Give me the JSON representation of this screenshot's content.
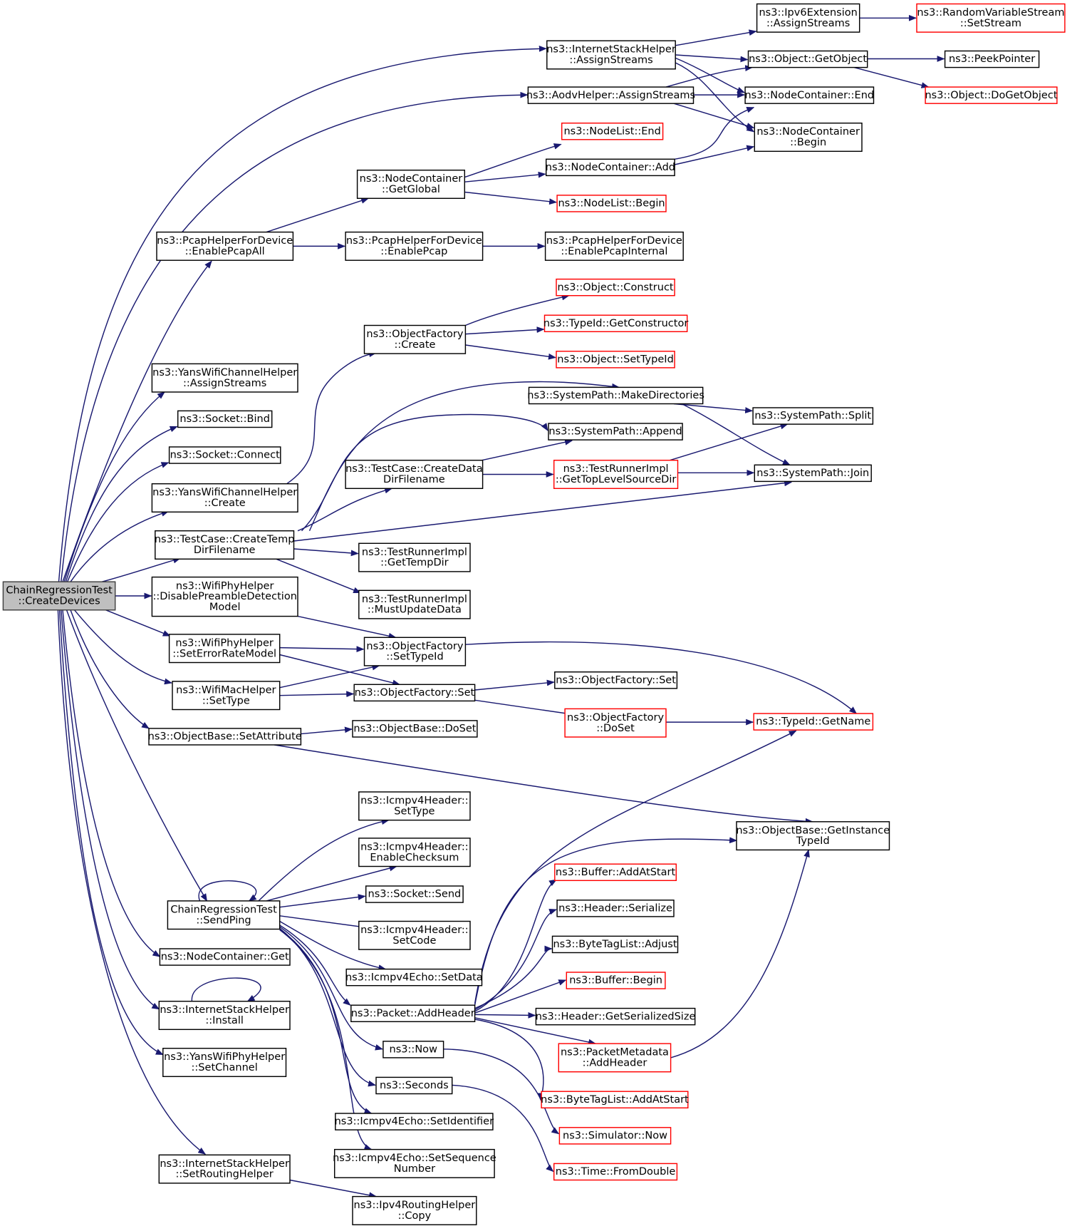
{
  "diagram": {
    "colors": {
      "edge": "#191970",
      "normal_border": "#000000",
      "external_border": "#ff0000",
      "root_fill": "#bfbfbf",
      "background": "#ffffff"
    },
    "nodes": [
      {
        "id": "root",
        "lines": [
          "ChainRegressionTest",
          "::CreateDevices"
        ],
        "kind": "root"
      },
      {
        "id": "ish_assign",
        "lines": [
          "ns3::InternetStackHelper",
          "::AssignStreams"
        ],
        "kind": "normal"
      },
      {
        "id": "ipv6ext",
        "lines": [
          "ns3::Ipv6Extension",
          "::AssignStreams"
        ],
        "kind": "normal"
      },
      {
        "id": "rvs_setstream",
        "lines": [
          "ns3::RandomVariableStream",
          "::SetStream"
        ],
        "kind": "external"
      },
      {
        "id": "obj_getobject",
        "lines": [
          "ns3::Object::GetObject"
        ],
        "kind": "normal"
      },
      {
        "id": "peekpointer",
        "lines": [
          "ns3::PeekPointer"
        ],
        "kind": "normal"
      },
      {
        "id": "obj_dogetobject",
        "lines": [
          "ns3::Object::DoGetObject"
        ],
        "kind": "external"
      },
      {
        "id": "aodv_assign",
        "lines": [
          "ns3::AodvHelper::AssignStreams"
        ],
        "kind": "normal"
      },
      {
        "id": "nc_end",
        "lines": [
          "ns3::NodeContainer::End"
        ],
        "kind": "normal"
      },
      {
        "id": "nc_begin",
        "lines": [
          "ns3::NodeContainer",
          "::Begin"
        ],
        "kind": "normal"
      },
      {
        "id": "nl_end",
        "lines": [
          "ns3::NodeList::End"
        ],
        "kind": "external"
      },
      {
        "id": "nc_getglobal",
        "lines": [
          "ns3::NodeContainer",
          "::GetGlobal"
        ],
        "kind": "normal"
      },
      {
        "id": "nc_add",
        "lines": [
          "ns3::NodeContainer::Add"
        ],
        "kind": "normal"
      },
      {
        "id": "nl_begin",
        "lines": [
          "ns3::NodeList::Begin"
        ],
        "kind": "external"
      },
      {
        "id": "pcap_all",
        "lines": [
          "ns3::PcapHelperForDevice",
          "::EnablePcapAll"
        ],
        "kind": "normal"
      },
      {
        "id": "pcap_enable",
        "lines": [
          "ns3::PcapHelperForDevice",
          "::EnablePcap"
        ],
        "kind": "normal"
      },
      {
        "id": "pcap_internal",
        "lines": [
          "ns3::PcapHelperForDevice",
          "::EnablePcapInternal"
        ],
        "kind": "normal"
      },
      {
        "id": "obj_construct",
        "lines": [
          "ns3::Object::Construct"
        ],
        "kind": "external"
      },
      {
        "id": "of_create",
        "lines": [
          "ns3::ObjectFactory",
          "::Create"
        ],
        "kind": "normal"
      },
      {
        "id": "typeid_getctor",
        "lines": [
          "ns3::TypeId::GetConstructor"
        ],
        "kind": "external"
      },
      {
        "id": "obj_settypeid",
        "lines": [
          "ns3::Object::SetTypeId"
        ],
        "kind": "external"
      },
      {
        "id": "ywch_assign",
        "lines": [
          "ns3::YansWifiChannelHelper",
          "::AssignStreams"
        ],
        "kind": "normal"
      },
      {
        "id": "sp_makedirs",
        "lines": [
          "ns3::SystemPath::MakeDirectories"
        ],
        "kind": "normal"
      },
      {
        "id": "socket_bind",
        "lines": [
          "ns3::Socket::Bind"
        ],
        "kind": "normal"
      },
      {
        "id": "sp_split",
        "lines": [
          "ns3::SystemPath::Split"
        ],
        "kind": "normal"
      },
      {
        "id": "sp_append",
        "lines": [
          "ns3::SystemPath::Append"
        ],
        "kind": "normal"
      },
      {
        "id": "socket_connect",
        "lines": [
          "ns3::Socket::Connect"
        ],
        "kind": "normal"
      },
      {
        "id": "tc_createdata",
        "lines": [
          "ns3::TestCase::CreateData",
          "DirFilename"
        ],
        "kind": "normal"
      },
      {
        "id": "tri_gettoplevel",
        "lines": [
          "ns3::TestRunnerImpl",
          "::GetTopLevelSourceDir"
        ],
        "kind": "external"
      },
      {
        "id": "sp_join",
        "lines": [
          "ns3::SystemPath::Join"
        ],
        "kind": "normal"
      },
      {
        "id": "ywch_create",
        "lines": [
          "ns3::YansWifiChannelHelper",
          "::Create"
        ],
        "kind": "normal"
      },
      {
        "id": "tc_createtemp",
        "lines": [
          "ns3::TestCase::CreateTemp",
          "DirFilename"
        ],
        "kind": "normal"
      },
      {
        "id": "tri_gettempdir",
        "lines": [
          "ns3::TestRunnerImpl",
          "::GetTempDir"
        ],
        "kind": "normal"
      },
      {
        "id": "wph_disable",
        "lines": [
          "ns3::WifiPhyHelper",
          "::DisablePreambleDetection",
          "Model"
        ],
        "kind": "normal"
      },
      {
        "id": "tri_mustupdate",
        "lines": [
          "ns3::TestRunnerImpl",
          "::MustUpdateData"
        ],
        "kind": "normal"
      },
      {
        "id": "wph_seterror",
        "lines": [
          "ns3::WifiPhyHelper",
          "::SetErrorRateModel"
        ],
        "kind": "normal"
      },
      {
        "id": "of_settypeid",
        "lines": [
          "ns3::ObjectFactory",
          "::SetTypeId"
        ],
        "kind": "normal"
      },
      {
        "id": "wmh_settype",
        "lines": [
          "ns3::WifiMacHelper",
          "::SetType"
        ],
        "kind": "normal"
      },
      {
        "id": "of_set",
        "lines": [
          "ns3::ObjectFactory::Set"
        ],
        "kind": "normal"
      },
      {
        "id": "of_set2",
        "lines": [
          "ns3::ObjectFactory::Set"
        ],
        "kind": "normal"
      },
      {
        "id": "of_doset",
        "lines": [
          "ns3::ObjectFactory",
          "::DoSet"
        ],
        "kind": "external"
      },
      {
        "id": "typeid_getname",
        "lines": [
          "ns3::TypeId::GetName"
        ],
        "kind": "external"
      },
      {
        "id": "ob_setattr",
        "lines": [
          "ns3::ObjectBase::SetAttribute"
        ],
        "kind": "normal"
      },
      {
        "id": "ob_doset",
        "lines": [
          "ns3::ObjectBase::DoSet"
        ],
        "kind": "normal"
      },
      {
        "id": "icmp_settype",
        "lines": [
          "ns3::Icmpv4Header::",
          "SetType"
        ],
        "kind": "normal"
      },
      {
        "id": "ob_getinst",
        "lines": [
          "ns3::ObjectBase::GetInstance",
          "TypeId"
        ],
        "kind": "normal"
      },
      {
        "id": "icmp_enablecs",
        "lines": [
          "ns3::Icmpv4Header::",
          "EnableChecksum"
        ],
        "kind": "normal"
      },
      {
        "id": "buf_addatstart",
        "lines": [
          "ns3::Buffer::AddAtStart"
        ],
        "kind": "external"
      },
      {
        "id": "socket_send",
        "lines": [
          "ns3::Socket::Send"
        ],
        "kind": "normal"
      },
      {
        "id": "crt_sendping",
        "lines": [
          "ChainRegressionTest",
          "::SendPing"
        ],
        "kind": "normal"
      },
      {
        "id": "hdr_serialize",
        "lines": [
          "ns3::Header::Serialize"
        ],
        "kind": "normal"
      },
      {
        "id": "icmp_setcode",
        "lines": [
          "ns3::Icmpv4Header::",
          "SetCode"
        ],
        "kind": "normal"
      },
      {
        "id": "btl_adjust",
        "lines": [
          "ns3::ByteTagList::Adjust"
        ],
        "kind": "normal"
      },
      {
        "id": "nc_get",
        "lines": [
          "ns3::NodeContainer::Get"
        ],
        "kind": "normal"
      },
      {
        "id": "echo_setdata",
        "lines": [
          "ns3::Icmpv4Echo::SetData"
        ],
        "kind": "normal"
      },
      {
        "id": "buf_begin",
        "lines": [
          "ns3::Buffer::Begin"
        ],
        "kind": "external"
      },
      {
        "id": "pkt_addheader",
        "lines": [
          "ns3::Packet::AddHeader"
        ],
        "kind": "normal"
      },
      {
        "id": "hdr_getsize",
        "lines": [
          "ns3::Header::GetSerializedSize"
        ],
        "kind": "normal"
      },
      {
        "id": "ish_install",
        "lines": [
          "ns3::InternetStackHelper",
          "::Install"
        ],
        "kind": "normal"
      },
      {
        "id": "pm_addheader",
        "lines": [
          "ns3::PacketMetadata",
          "::AddHeader"
        ],
        "kind": "external"
      },
      {
        "id": "ns3_now",
        "lines": [
          "ns3::Now"
        ],
        "kind": "normal"
      },
      {
        "id": "ywph_setchannel",
        "lines": [
          "ns3::YansWifiPhyHelper",
          "::SetChannel"
        ],
        "kind": "normal"
      },
      {
        "id": "ns3_seconds",
        "lines": [
          "ns3::Seconds"
        ],
        "kind": "normal"
      },
      {
        "id": "btl_addatstart",
        "lines": [
          "ns3::ByteTagList::AddAtStart"
        ],
        "kind": "external"
      },
      {
        "id": "echo_setid",
        "lines": [
          "ns3::Icmpv4Echo::SetIdentifier"
        ],
        "kind": "normal"
      },
      {
        "id": "sim_now",
        "lines": [
          "ns3::Simulator::Now"
        ],
        "kind": "external"
      },
      {
        "id": "echo_setseq",
        "lines": [
          "ns3::Icmpv4Echo::SetSequence",
          "Number"
        ],
        "kind": "normal"
      },
      {
        "id": "time_fromdouble",
        "lines": [
          "ns3::Time::FromDouble"
        ],
        "kind": "external"
      },
      {
        "id": "ish_setrouting",
        "lines": [
          "ns3::InternetStackHelper",
          "::SetRoutingHelper"
        ],
        "kind": "normal"
      },
      {
        "id": "ipv4rh_copy",
        "lines": [
          "ns3::Ipv4RoutingHelper",
          "::Copy"
        ],
        "kind": "normal"
      }
    ]
  }
}
